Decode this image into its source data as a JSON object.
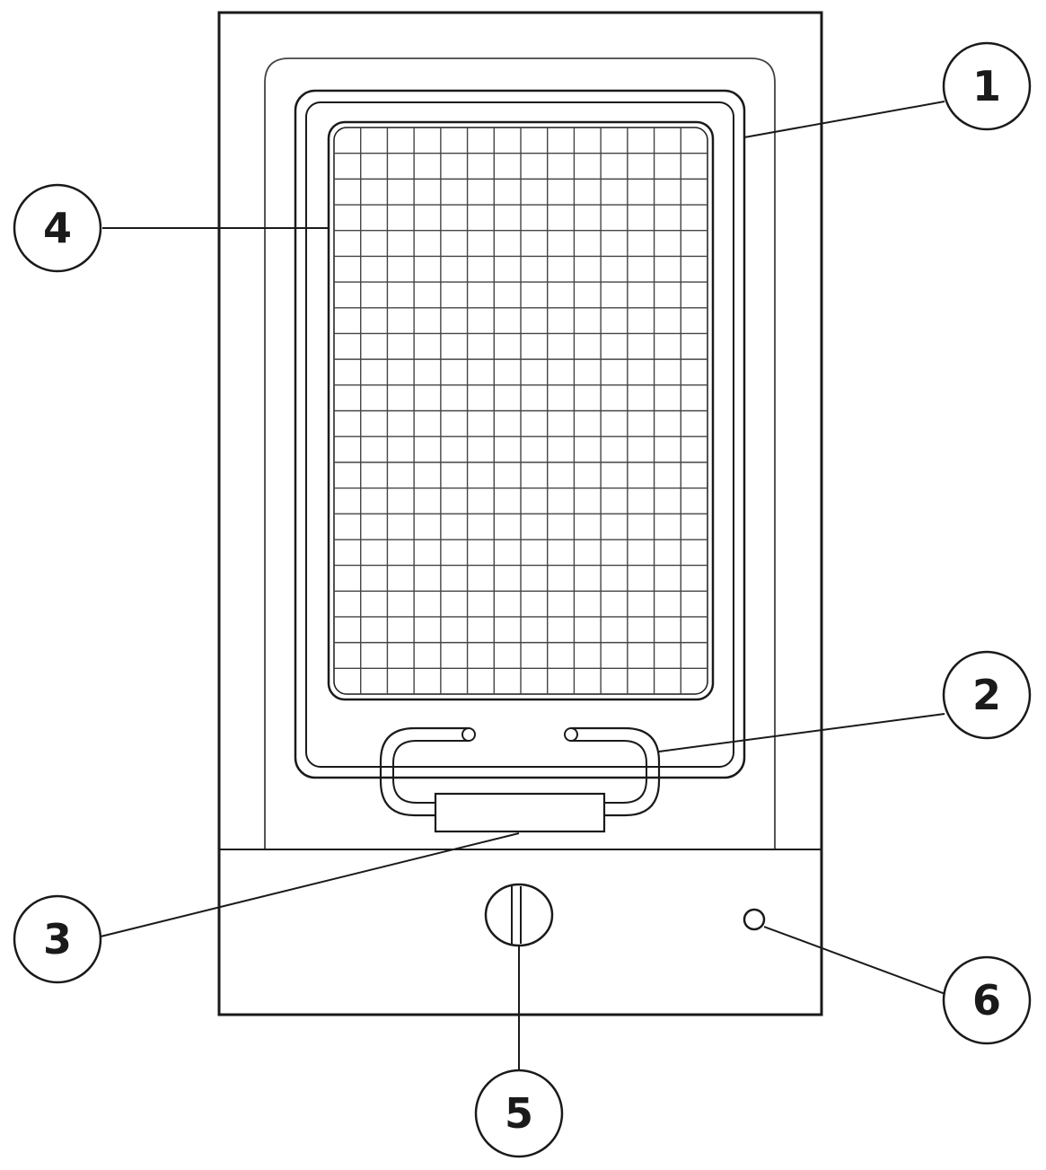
{
  "callouts": [
    {
      "id": "1",
      "label": "1"
    },
    {
      "id": "2",
      "label": "2"
    },
    {
      "id": "3",
      "label": "3"
    },
    {
      "id": "4",
      "label": "4"
    },
    {
      "id": "5",
      "label": "5"
    },
    {
      "id": "6",
      "label": "6"
    }
  ],
  "colors": {
    "line": "#1a1a1a",
    "thin_line": "#444444",
    "background": "#ffffff"
  },
  "grid": {
    "columns": 14,
    "rows": 22
  }
}
